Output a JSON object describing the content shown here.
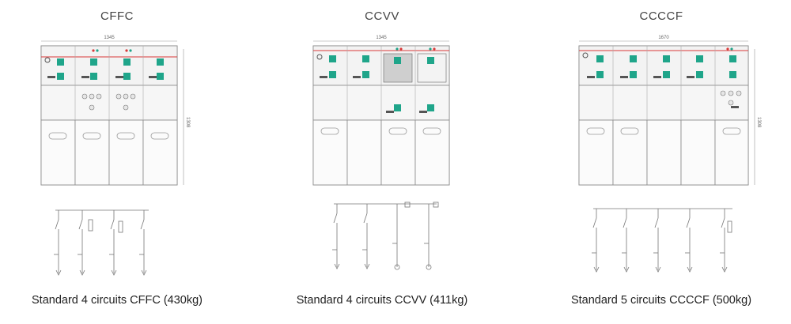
{
  "panels": [
    {
      "code": "CFFC",
      "width_label": "1345",
      "height_label": "1308",
      "caption": "Standard 4 circuits CFFC (430kg)",
      "circuits": [
        "C",
        "F",
        "F",
        "C"
      ]
    },
    {
      "code": "CCVV",
      "width_label": "1345",
      "height_label": "",
      "caption": "Standard 4 circuits CCVV (411kg)",
      "circuits": [
        "C",
        "C",
        "V",
        "V"
      ]
    },
    {
      "code": "CCCCF",
      "width_label": "1670",
      "height_label": "1308",
      "caption": "Standard 5 circuits CCCCF (500kg)",
      "circuits": [
        "C",
        "C",
        "C",
        "C",
        "F"
      ]
    }
  ],
  "colors": {
    "line": "#8a8a8a",
    "panel_fill": "#f6f6f6",
    "accent_green": "#1fa58a",
    "accent_red": "#d93a3a",
    "dark_switch": "#555555"
  }
}
